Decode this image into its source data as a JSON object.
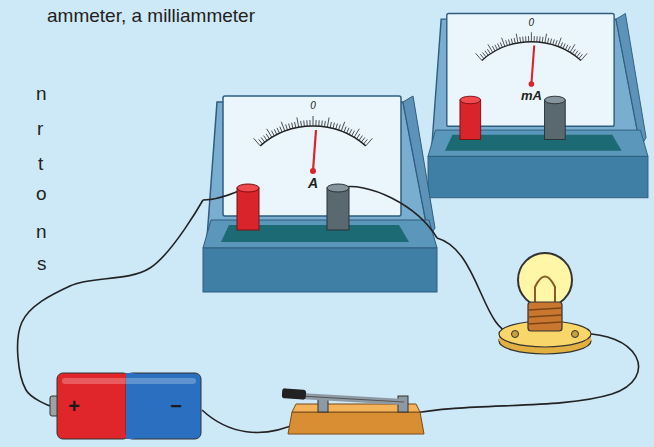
{
  "diagram": {
    "nodes": [
      {
        "text": [
          "0",
          "mA"
        ]
      },
      {
        "text": [
          "0",
          "A"
        ]
      },
      {
        "text": [
          "+",
          "−"
        ]
      }
    ],
    "edges": [
      {
        "from": 2,
        "to": 1,
        "arrow": "none"
      }
    ],
    "labels": [
      "ammeter, a milliammeter",
      "n",
      "r",
      "t",
      "o",
      "n",
      "s"
    ]
  }
}
